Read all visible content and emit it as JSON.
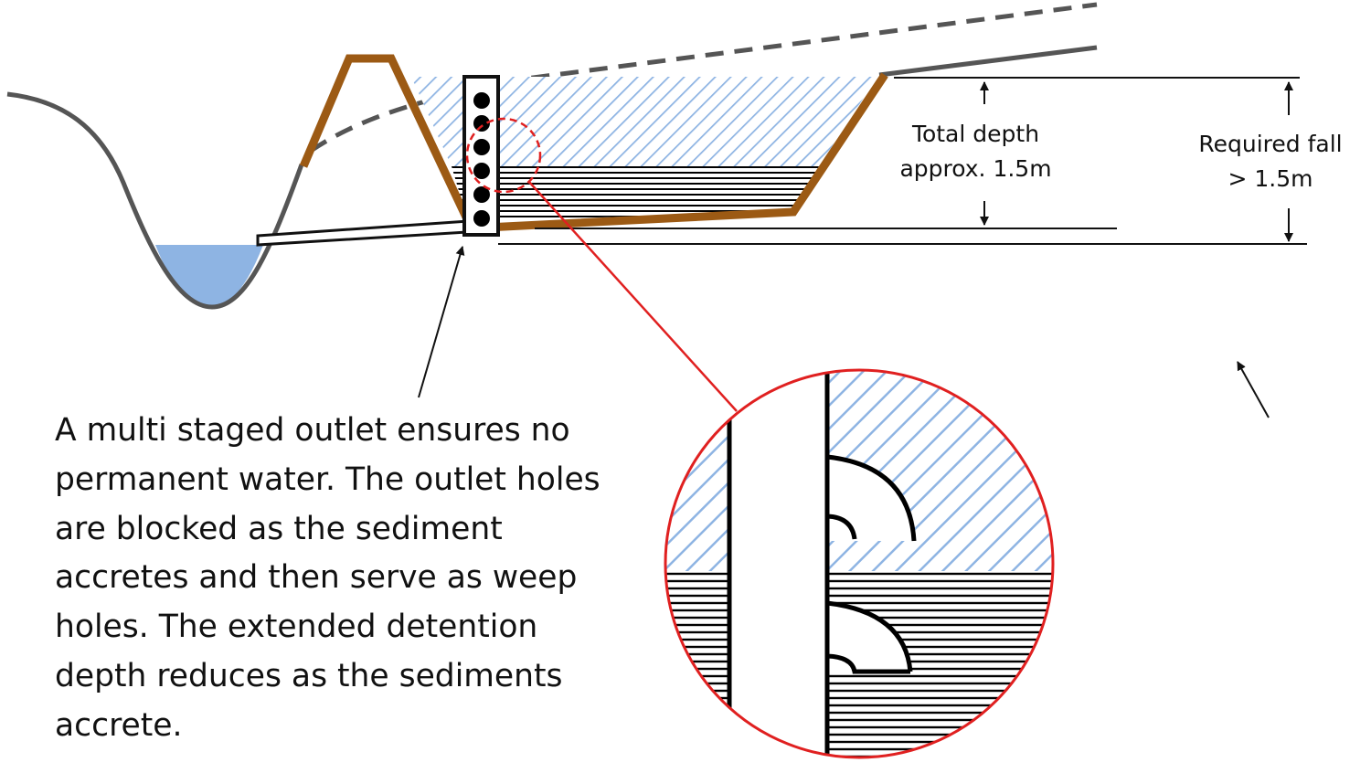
{
  "labels": {
    "total_depth": [
      "Total depth",
      "approx. 1.5m"
    ],
    "required_fall": [
      "Required fall",
      "> 1.5m"
    ]
  },
  "caption": [
    "A multi staged outlet ensures no",
    "permanent water. The outlet holes",
    "are blocked as the sediment",
    "accretes and then serve as weep",
    "holes. The extended detention",
    "depth reduces as the sediments",
    "accrete."
  ],
  "colors": {
    "water": "#8eb4e3",
    "embankment": "#9c5a14",
    "ground": "#555555",
    "zoom_circle": "#e02020",
    "sediment_lines": "#000000"
  }
}
